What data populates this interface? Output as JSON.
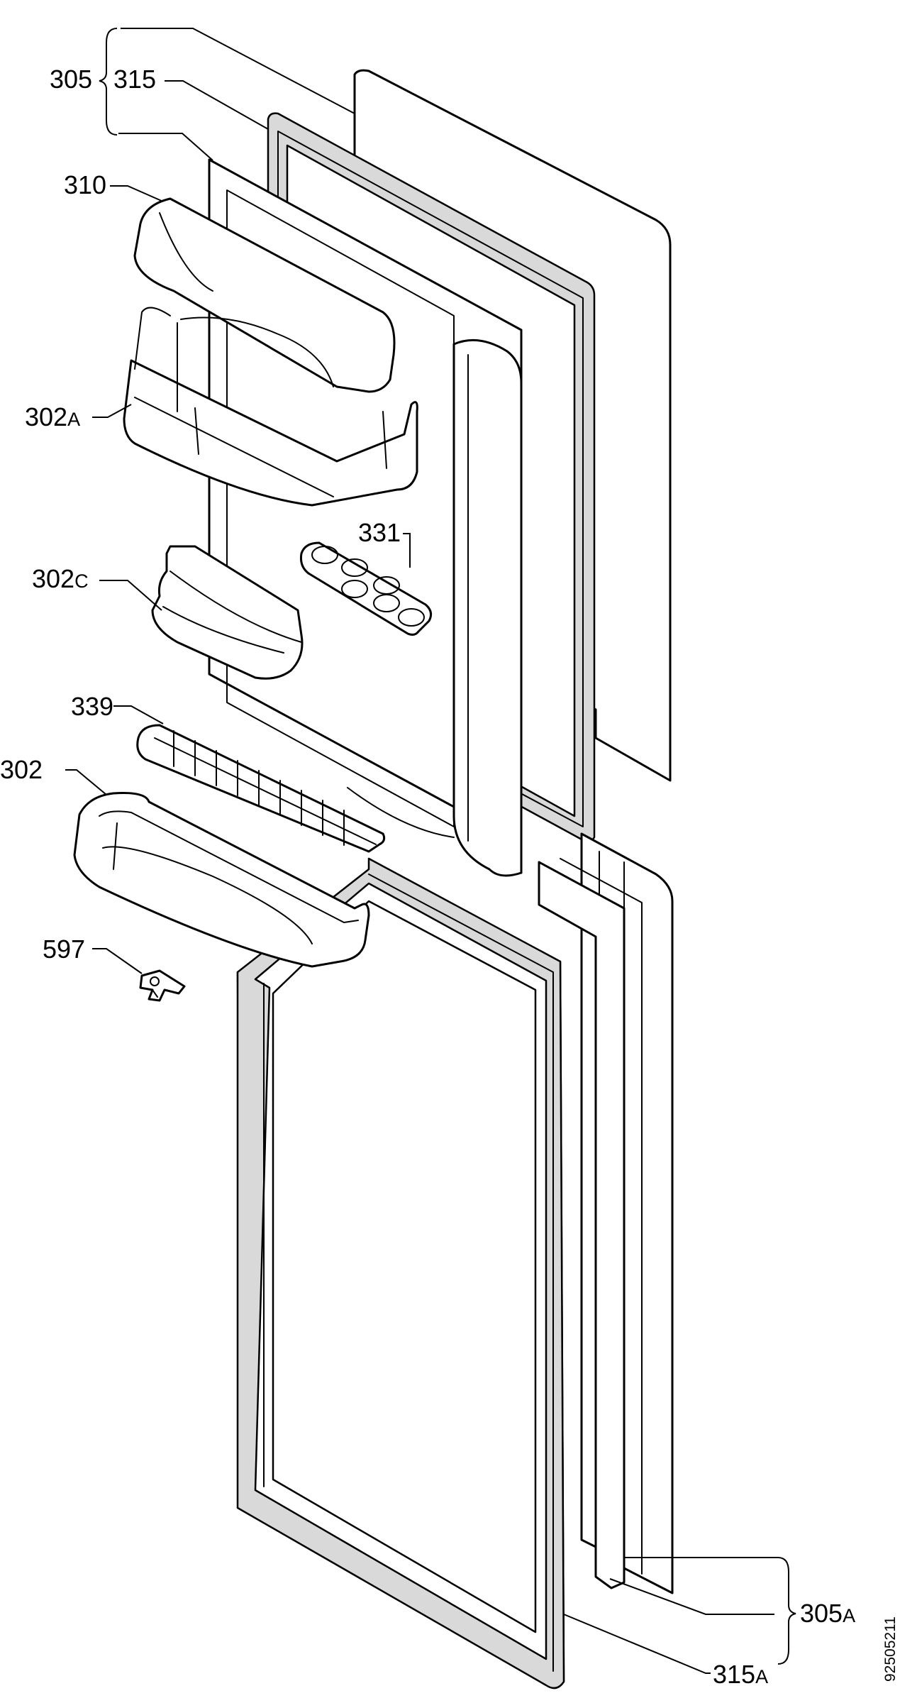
{
  "labels": {
    "p305": {
      "num": "305",
      "sub": ""
    },
    "p315": {
      "num": "315",
      "sub": ""
    },
    "p310": {
      "num": "310",
      "sub": ""
    },
    "p302a": {
      "num": "302",
      "sub": "A"
    },
    "p331": {
      "num": "331",
      "sub": ""
    },
    "p302c": {
      "num": "302",
      "sub": "C"
    },
    "p339": {
      "num": "339",
      "sub": ""
    },
    "p302": {
      "num": "302",
      "sub": ""
    },
    "p597": {
      "num": "597",
      "sub": ""
    },
    "p305a": {
      "num": "305",
      "sub": "A"
    },
    "p315a": {
      "num": "315",
      "sub": "A"
    }
  },
  "drawing_code": "92505211"
}
